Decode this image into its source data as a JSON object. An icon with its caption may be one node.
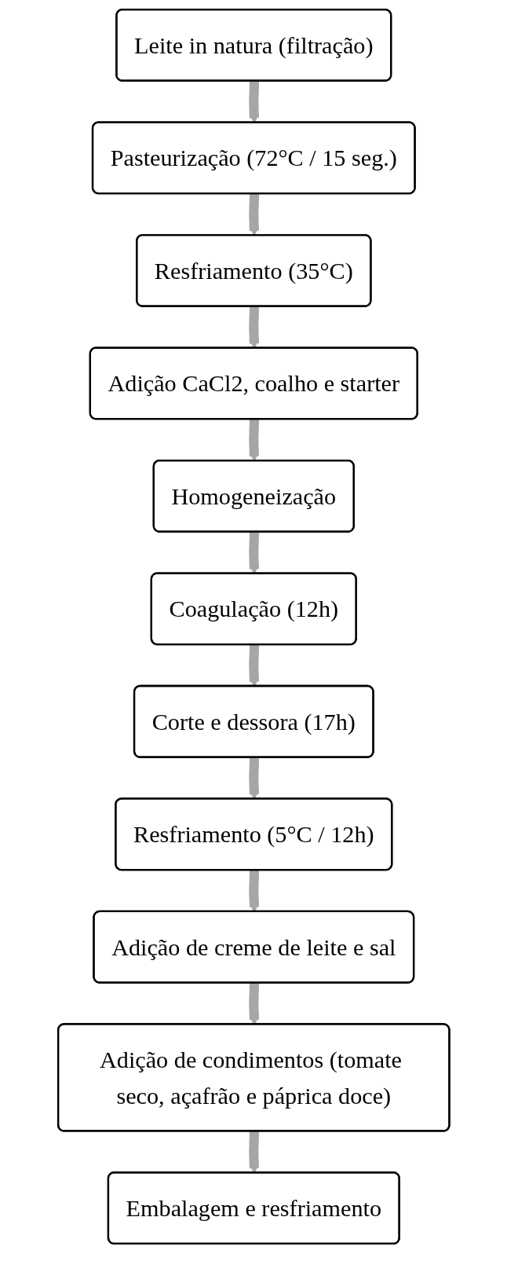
{
  "diagram": {
    "nodes": [
      {
        "text": [
          "Leite in natura (filtração)"
        ]
      },
      {
        "text": [
          "Pasteurização (72°C / 15 seg.)"
        ]
      },
      {
        "text": [
          "Resfriamento (35°C)"
        ]
      },
      {
        "text": [
          "Adição CaCl2, coalho e starter"
        ]
      },
      {
        "text": [
          "Homogeneização"
        ]
      },
      {
        "text": [
          "Coagulação (12h)"
        ]
      },
      {
        "text": [
          "Corte e dessora (17h)"
        ]
      },
      {
        "text": [
          "Resfriamento (5°C / 12h)"
        ]
      },
      {
        "text": [
          "Adição de creme de leite e sal"
        ]
      },
      {
        "text": [
          "Adição de condimentos (tomate seco, açafrão e páprica doce)"
        ]
      },
      {
        "text": [
          "Embalagem e resfriamento"
        ]
      }
    ],
    "edges": [
      {
        "from": 0,
        "to": 1,
        "arrow": "to"
      },
      {
        "from": 1,
        "to": 2,
        "arrow": "to"
      },
      {
        "from": 2,
        "to": 3,
        "arrow": "to"
      },
      {
        "from": 3,
        "to": 4,
        "arrow": "to"
      },
      {
        "from": 4,
        "to": 5,
        "arrow": "to"
      },
      {
        "from": 5,
        "to": 6,
        "arrow": "to"
      },
      {
        "from": 6,
        "to": 7,
        "arrow": "to"
      },
      {
        "from": 7,
        "to": 8,
        "arrow": "to"
      },
      {
        "from": 8,
        "to": 9,
        "arrow": "to"
      },
      {
        "from": 9,
        "to": 10,
        "arrow": "to"
      }
    ]
  }
}
